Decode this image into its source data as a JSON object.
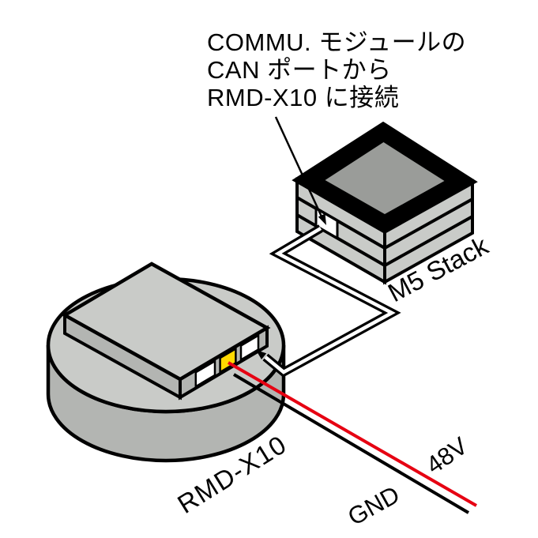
{
  "annotation": {
    "line1": "COMMU. モジュールの",
    "line2": "CAN ポートから",
    "line3": "RMD-X10 に接続"
  },
  "labels": {
    "m5_stack": "M5 Stack",
    "motor": "RMD-X10",
    "ground": "GND",
    "voltage": "48V"
  },
  "colors": {
    "outline": "#000000",
    "background": "#ffffff",
    "body_light": "#c9cbc8",
    "body_shade": "#b3b5b2",
    "screen": "#9a9c99",
    "port_white": "#ffffff",
    "connector_power": "#ffd900",
    "connector_can": "#ffffff",
    "wire_power_positive": "#e60012",
    "wire_power_ground": "#000000",
    "wire_can_core": "#ffffff"
  }
}
